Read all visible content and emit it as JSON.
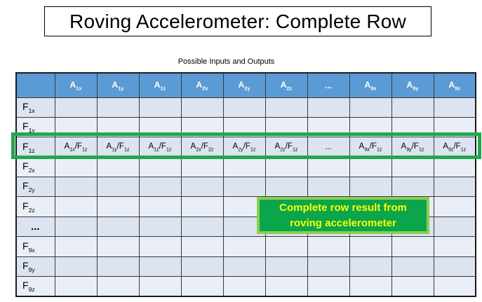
{
  "slide": {
    "title": "Roving Accelerometer: Complete Row",
    "table_caption": "Possible Inputs and Outputs"
  },
  "table": {
    "column_headers": [
      "",
      "A1x",
      "A1y",
      "A1z",
      "A2x",
      "A2y",
      "A2z",
      "...",
      "A9x",
      "A9y",
      "A9z"
    ],
    "rows": [
      {
        "label": "F1x",
        "highlighted": false,
        "cells": [
          "",
          "",
          "",
          "",
          "",
          "",
          "",
          "",
          "",
          ""
        ]
      },
      {
        "label": "F1y",
        "highlighted": false,
        "cells": [
          "",
          "",
          "",
          "",
          "",
          "",
          "",
          "",
          "",
          ""
        ]
      },
      {
        "label": "F1z",
        "highlighted": true,
        "cells": [
          "A1x/F1z",
          "A1y/F1z",
          "A1z/F1z",
          "A2x/F2z",
          "A2y/F1z",
          "A2z/F1z",
          "...",
          "A9x/F1z",
          "A9y/F1z",
          "A9z/F1z"
        ]
      },
      {
        "label": "F2x",
        "highlighted": false,
        "cells": [
          "",
          "",
          "",
          "",
          "",
          "",
          "",
          "",
          "",
          ""
        ]
      },
      {
        "label": "F2y",
        "highlighted": false,
        "cells": [
          "",
          "",
          "",
          "",
          "",
          "",
          "",
          "",
          "",
          ""
        ]
      },
      {
        "label": "F2z",
        "highlighted": false,
        "cells": [
          "",
          "",
          "",
          "",
          "",
          "",
          "",
          "",
          "",
          ""
        ]
      },
      {
        "label": "...",
        "highlighted": false,
        "cells": [
          "",
          "",
          "",
          "",
          "",
          "",
          "",
          "",
          "",
          ""
        ]
      },
      {
        "label": "F9x",
        "highlighted": false,
        "cells": [
          "",
          "",
          "",
          "",
          "",
          "",
          "",
          "",
          "",
          ""
        ]
      },
      {
        "label": "F9y",
        "highlighted": false,
        "cells": [
          "",
          "",
          "",
          "",
          "",
          "",
          "",
          "",
          "",
          ""
        ]
      },
      {
        "label": "F9z",
        "highlighted": false,
        "cells": [
          "",
          "",
          "",
          "",
          "",
          "",
          "",
          "",
          "",
          ""
        ]
      }
    ]
  },
  "callout": {
    "text": "Complete row result from roving accelerometer"
  },
  "colors": {
    "header_fill": "#5b9bd5",
    "band_dark": "#dce4f1",
    "band_light": "#eaeef7",
    "highlight_green": "#1fa84c",
    "callout_fill": "#0aa54c",
    "callout_border": "#8ccf4d",
    "callout_text": "#ffff00"
  }
}
